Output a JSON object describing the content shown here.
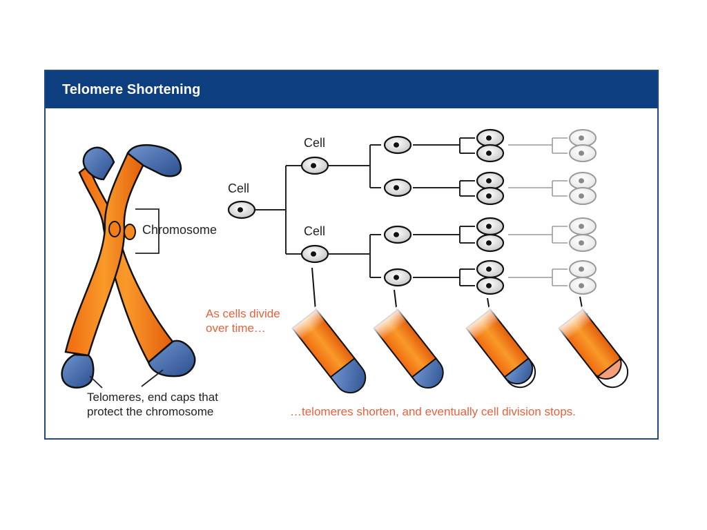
{
  "title": "Telomere Shortening",
  "labels": {
    "chromosome": "Chromosome",
    "cell_root": "Cell",
    "cell_top": "Cell",
    "cell_bottom": "Cell",
    "as_cells_divide_line1": "As cells divide",
    "as_cells_divide_line2": "over time…",
    "telomeres_line1": "Telomeres, end caps that",
    "telomeres_line2": "protect the chromosome",
    "conclusion": "…telomeres shorten, and eventually cell division stops."
  },
  "telomere_stages": [
    {
      "stage": 1,
      "cap_remaining": 1.0
    },
    {
      "stage": 2,
      "cap_remaining": 0.7
    },
    {
      "stage": 3,
      "cap_remaining": 0.45
    },
    {
      "stage": 4,
      "cap_remaining": 0.15
    }
  ],
  "colors": {
    "header": "#0d3e80",
    "chromosome_orange": "#f58a1f",
    "telomere_blue": "#3f67a8",
    "annotation_red": "#e8603c"
  }
}
